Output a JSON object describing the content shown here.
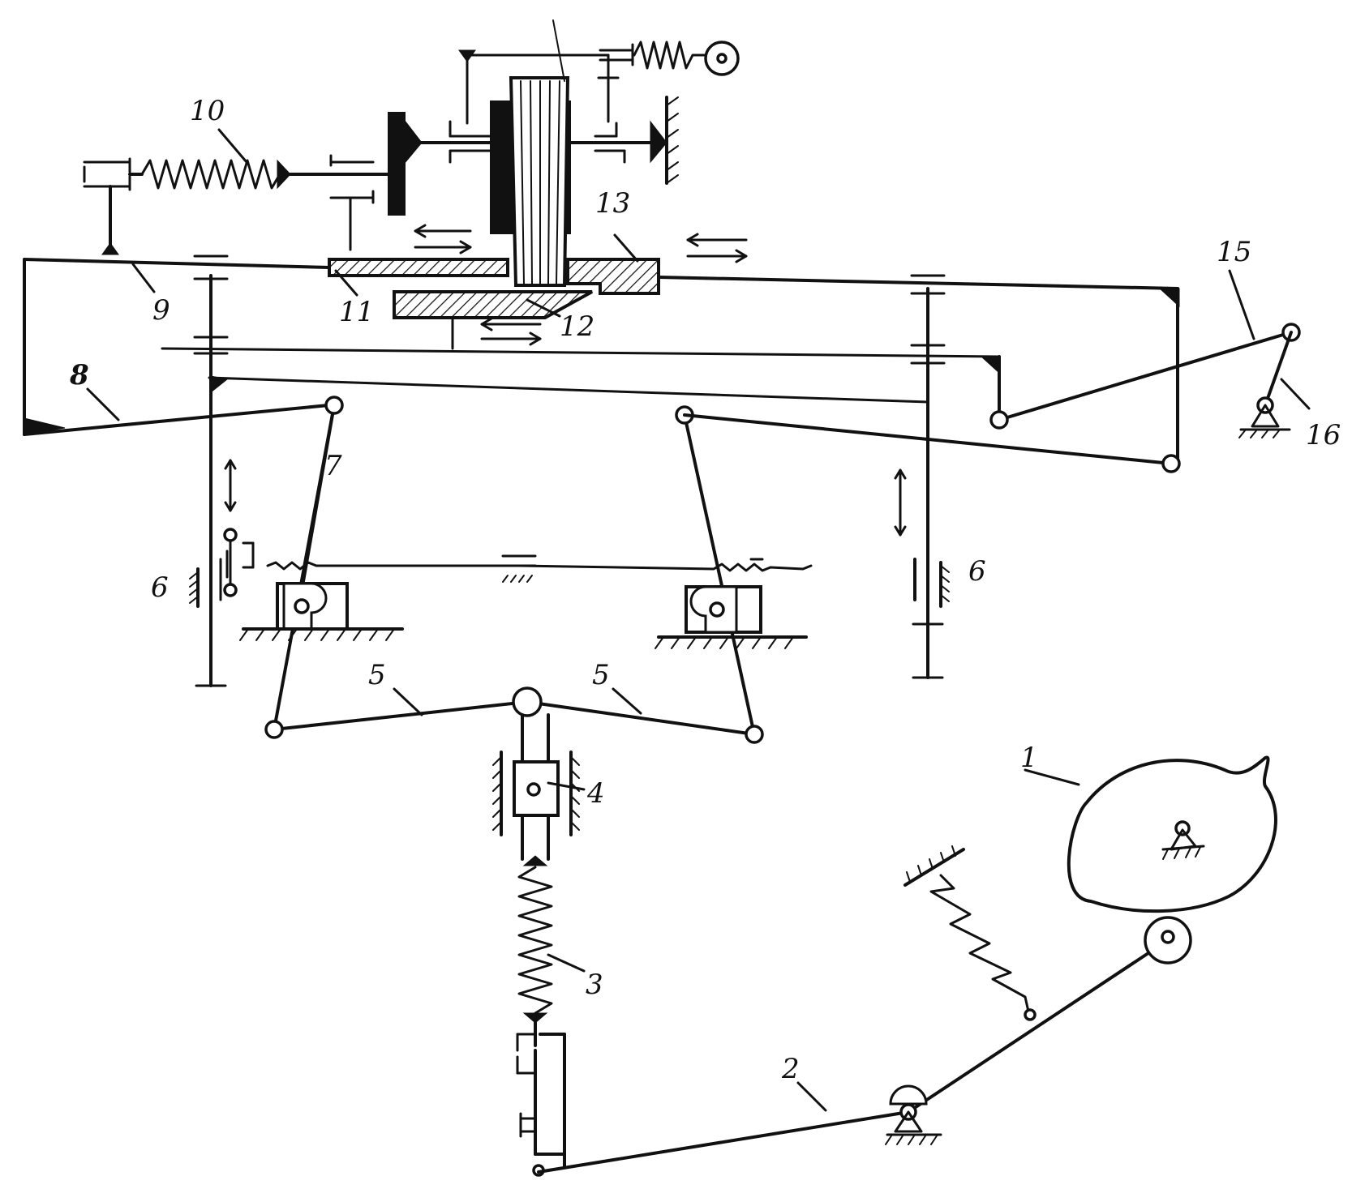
{
  "diagram": {
    "labels": {
      "l1": "1",
      "l2": "2",
      "l3": "3",
      "l4": "4",
      "l5a": "5",
      "l5b": "5",
      "l6a": "6",
      "l6b": "6",
      "l7": "7",
      "l8": "8",
      "l9": "9",
      "l10": "10",
      "l11": "11",
      "l12": "12",
      "l13": "13",
      "l15": "15",
      "l16": "16"
    }
  }
}
